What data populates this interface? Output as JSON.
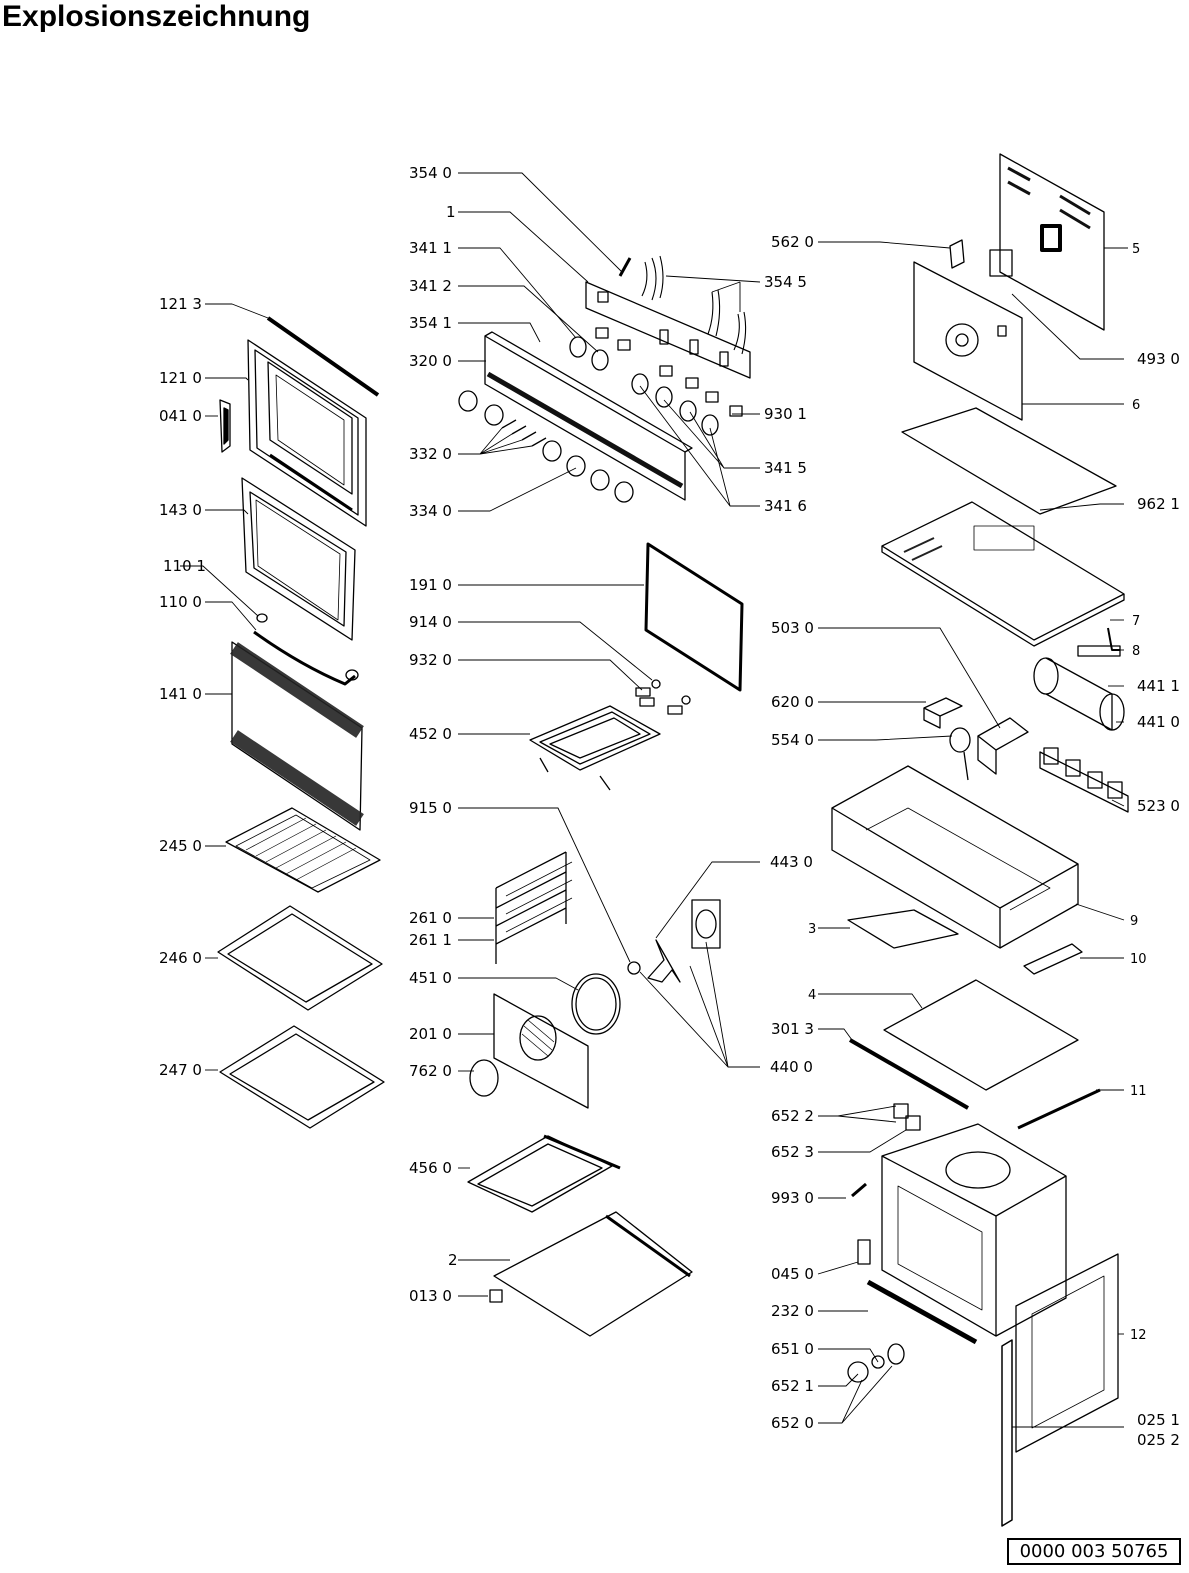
{
  "title": "Explosionszeichnung",
  "document_number": "0000 003 50765",
  "labels": {
    "l_121_3": "121 3",
    "l_121_0": "121 0",
    "l_041_0": "041 0",
    "l_143_0": "143 0",
    "l_110_1": "110 1",
    "l_110_0": "110 0",
    "l_141_0": "141 0",
    "l_245_0": "245 0",
    "l_246_0": "246 0",
    "l_247_0": "247 0",
    "l_354_0": "354 0",
    "l_1": "1",
    "l_341_1": "341 1",
    "l_341_2": "341 2",
    "l_354_1": "354 1",
    "l_320_0": "320 0",
    "l_332_0": "332 0",
    "l_334_0": "334 0",
    "l_354_5": "354 5",
    "l_930_1": "930 1",
    "l_341_5": "341 5",
    "l_341_6": "341 6",
    "l_191_0": "191 0",
    "l_914_0": "914 0",
    "l_932_0": "932 0",
    "l_452_0": "452 0",
    "l_915_0": "915 0",
    "l_261_0": "261 0",
    "l_261_1": "261 1",
    "l_451_0": "451 0",
    "l_201_0": "201 0",
    "l_762_0": "762 0",
    "l_456_0": "456 0",
    "l_2": "2",
    "l_013_0": "013 0",
    "l_443_0": "443 0",
    "l_440_0": "440 0",
    "l_562_0": "562 0",
    "l_5": "5",
    "l_493_0": "493 0",
    "l_6": "6",
    "l_962_1": "962 1",
    "l_7": "7",
    "l_8": "8",
    "l_503_0": "503 0",
    "l_441_1": "441 1",
    "l_441_0": "441 0",
    "l_620_0": "620 0",
    "l_554_0": "554 0",
    "l_523_0": "523 0",
    "l_3": "3",
    "l_9": "9",
    "l_10": "10",
    "l_4": "4",
    "l_301_3": "301 3",
    "l_11": "11",
    "l_652_2": "652 2",
    "l_652_3": "652 3",
    "l_993_0": "993 0",
    "l_045_0": "045 0",
    "l_232_0": "232 0",
    "l_12": "12",
    "l_651_0": "651 0",
    "l_652_1": "652 1",
    "l_652_0": "652 0",
    "l_025_1": "025 1",
    "l_025_2": "025 2"
  }
}
